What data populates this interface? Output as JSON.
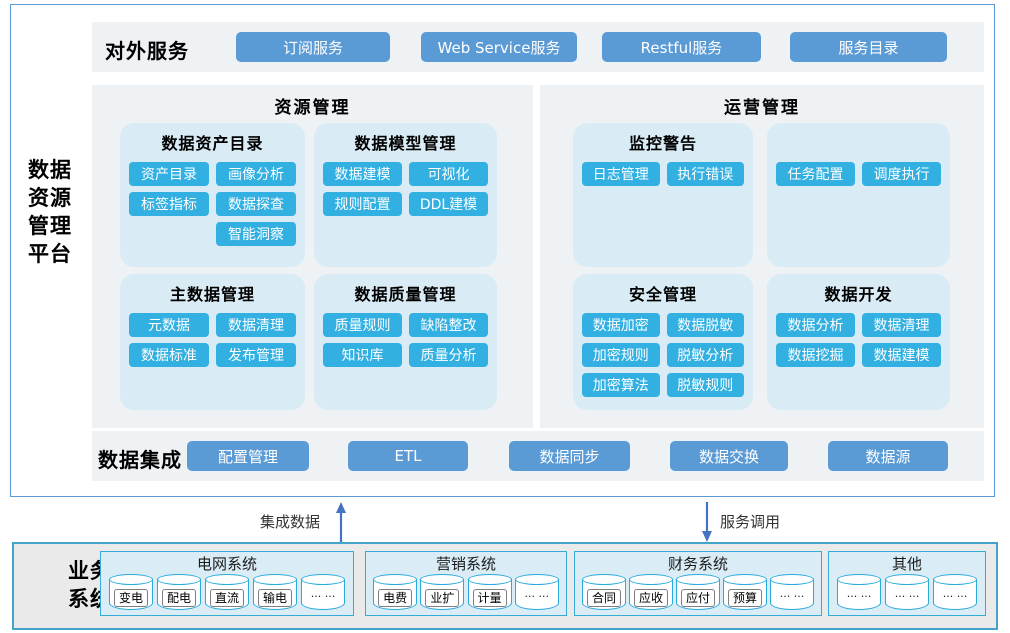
{
  "platform": {
    "title_lines": [
      "数据",
      "资源",
      "管理",
      "平台"
    ]
  },
  "external_services": {
    "title": "对外服务",
    "buttons": [
      "订阅服务",
      "Web Service服务",
      "Restful服务",
      "服务目录"
    ]
  },
  "resource_mgmt": {
    "title": "资源管理",
    "groups": [
      {
        "title": "数据资产目录",
        "rows": [
          [
            "资产目录",
            "画像分析"
          ],
          [
            "标签指标",
            "数据探查"
          ],
          [
            "",
            "智能洞察"
          ]
        ]
      },
      {
        "title": "数据模型管理",
        "rows": [
          [
            "数据建模",
            "可视化"
          ],
          [
            "规则配置",
            "DDL建模"
          ]
        ]
      },
      {
        "title": "主数据管理",
        "rows": [
          [
            "元数据",
            "数据清理"
          ],
          [
            "数据标准",
            "发布管理"
          ]
        ]
      },
      {
        "title": "数据质量管理",
        "rows": [
          [
            "质量规则",
            "缺陷整改"
          ],
          [
            "知识库",
            "质量分析"
          ]
        ]
      }
    ]
  },
  "operation_mgmt": {
    "title": "运营管理",
    "groups": [
      {
        "title": "监控警告",
        "rows": [
          [
            "日志管理",
            "执行错误"
          ]
        ]
      },
      {
        "title": "",
        "rows": [
          [
            "任务配置",
            "调度执行"
          ]
        ]
      },
      {
        "title": "安全管理",
        "rows": [
          [
            "数据加密",
            "数据脱敏"
          ],
          [
            "加密规则",
            "脱敏分析"
          ],
          [
            "加密算法",
            "脱敏规则"
          ]
        ]
      },
      {
        "title": "数据开发",
        "rows": [
          [
            "数据分析",
            "数据清理"
          ],
          [
            "数据挖掘",
            "数据建模"
          ]
        ]
      }
    ]
  },
  "data_integration": {
    "title": "数据集成",
    "buttons": [
      "配置管理",
      "ETL",
      "数据同步",
      "数据交换",
      "数据源"
    ]
  },
  "flows": {
    "up_label": "集成数据",
    "down_label": "服务调用"
  },
  "business_systems": {
    "title_lines": [
      "业务",
      "系统"
    ],
    "systems": [
      {
        "title": "电网系统",
        "databases": [
          "变电",
          "配电",
          "直流",
          "输电",
          "... ..."
        ]
      },
      {
        "title": "营销系统",
        "databases": [
          "电费",
          "业扩",
          "计量",
          "... ..."
        ]
      },
      {
        "title": "财务系统",
        "databases": [
          "合同",
          "应收",
          "应付",
          "预算",
          "... ..."
        ]
      },
      {
        "title": "其他",
        "databases": [
          "... ...",
          "... ...",
          "... ..."
        ]
      }
    ]
  },
  "colors": {
    "frame_blue": "#5b9bd5",
    "big_button_blue": "#5b9bd5",
    "module_button_cyan": "#32b0e2",
    "panel_gray": "#eef2f4",
    "group_light_blue": "#d9ebf4",
    "biz_border_blue": "#45a4cb",
    "biz_box_fill": "#daedf7",
    "cylinder_border": "#2aa9db",
    "arrow_blue": "#4472c4"
  }
}
